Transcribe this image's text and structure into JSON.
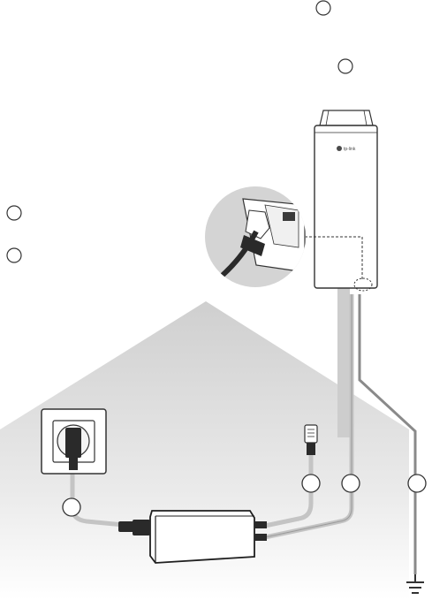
{
  "brand": {
    "logo_text": "tp-link"
  },
  "callouts": [
    {
      "id": "callout-top-1",
      "label": ""
    },
    {
      "id": "callout-top-2",
      "label": ""
    },
    {
      "id": "callout-left-1",
      "label": ""
    },
    {
      "id": "callout-left-2",
      "label": ""
    },
    {
      "id": "callout-power-cord",
      "label": ""
    },
    {
      "id": "callout-lan-cable",
      "label": ""
    },
    {
      "id": "callout-poe-cable",
      "label": ""
    },
    {
      "id": "callout-ground-wire",
      "label": ""
    }
  ],
  "colors": {
    "house_fill": "#d9d9d9",
    "cable_light": "#c4c4c4",
    "cable_dark": "#1f1f1f",
    "ground_wire": "#8a8a8a",
    "device_body": "#ffffff",
    "outline": "#333333"
  }
}
